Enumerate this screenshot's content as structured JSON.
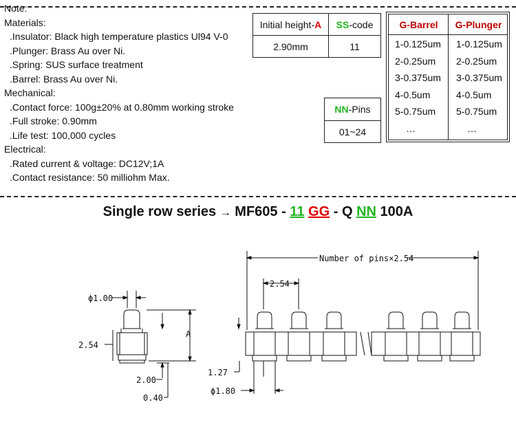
{
  "notes": {
    "title": "Note:",
    "materials_heading": "Materials:",
    "materials": [
      ".Insulator: Black high temperature plastics Ul94 V-0",
      ".Plunger: Brass Au over Ni.",
      ".Spring: SUS surface treatment",
      ".Barrel: Brass Au over Ni."
    ],
    "mechanical_heading": "Mechanical:",
    "mechanical": [
      ".Contact force: 100g±20% at 0.80mm working stroke",
      ".Full stroke: 0.90mm",
      ".Life test: 100,000 cycles"
    ],
    "electrical_heading": "Electrical:",
    "electrical": [
      ".Rated current & voltage: DC12V;1A",
      ".Contact resistance: 50 milliohm Max."
    ]
  },
  "height_table": {
    "col1_label": "Initial height-",
    "col1_highlight": "A",
    "col2_highlight": "SS",
    "col2_label": "-code",
    "row_value1": "2.90mm",
    "row_value2": "11"
  },
  "pins_table": {
    "highlight": "NN",
    "label": "-Pins",
    "value": "01~24"
  },
  "plating_table": {
    "col1_header": "G-Barrel",
    "col2_header": "G-Plunger",
    "rows": [
      [
        "1-0.125um",
        "1-0.125um"
      ],
      [
        "2-0.25um",
        "2-0.25um"
      ],
      [
        "3-0.375um",
        "3-0.375um"
      ],
      [
        "4-0.5um",
        "4-0.5um"
      ],
      [
        "5-0.75um",
        "5-0.75um"
      ],
      [
        "…",
        "…"
      ]
    ]
  },
  "series": {
    "prefix": "Single row series",
    "arrow": "→",
    "model": "MF605 - ",
    "ss": "11",
    "gg": "GG",
    "mid": " - Q ",
    "nn": "NN",
    "suffix": " 100A"
  },
  "drawing": {
    "dia_pin": "ϕ1.00",
    "width": "2.54",
    "height_label": "A",
    "dim_200": "2.00",
    "dim_040": "0.40",
    "total_length": "Number of pins×2.54",
    "pitch": "2.54",
    "dim_127": "1.27",
    "dia_barrel": "ϕ1.80"
  },
  "colors": {
    "red": "#e00000",
    "green": "#22b522",
    "dark_red": "#c00000"
  }
}
